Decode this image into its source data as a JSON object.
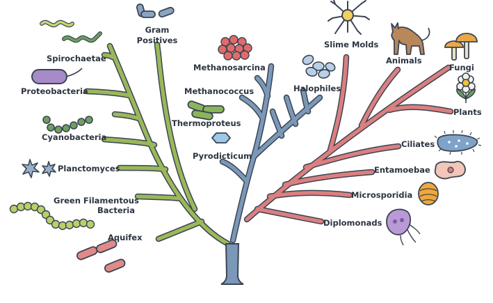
{
  "colors": {
    "bacteria": "#9bb85a",
    "archaea": "#7b98b8",
    "eukarya": "#db7f7f",
    "outline": "#3a4452",
    "ink": "#2c3440"
  },
  "labels": {
    "spirochaetae": "Spirochaetae",
    "gram_positives_1": "Gram",
    "gram_positives_2": "Positives",
    "proteobacteria": "Proteobacteria",
    "cyanobacteria": "Cyanobacteria",
    "planctomyces": "Planctomyces",
    "green_filamentous_1": "Green Filamentous",
    "green_filamentous_2": "Bacteria",
    "aquifex": "Aquifex",
    "methanosarcina": "Methanosarcina",
    "methanococcus": "Methanococcus",
    "halophiles": "Halophiles",
    "thermoproteus": "Thermoproteus",
    "pyrodicticum": "Pyrodicticum",
    "slime_molds": "Slime Molds",
    "animals": "Animals",
    "fungi": "Fungi",
    "plants": "Plants",
    "ciliates": "Ciliates",
    "entamoebae": "Entamoebae",
    "microsporidia": "Microsporidia",
    "diplomonads": "Diplomonads"
  },
  "icons": [
    "spirochaete-icon",
    "gram-positive-rods-icon",
    "proteobacteria-icon",
    "cyanobacteria-chain-icon",
    "planctomyces-star-icon",
    "filamentous-chain-icon",
    "aquifex-rods-icon",
    "methanosarcina-cluster-icon",
    "methanococcus-icon",
    "halophiles-icon",
    "thermoproteus-rods-icon",
    "pyrodicticum-disc-icon",
    "slime-mold-icon",
    "cat-icon",
    "mushroom-icon",
    "flower-icon",
    "ciliate-icon",
    "entamoeba-icon",
    "microsporidia-icon",
    "diplomonad-icon"
  ]
}
